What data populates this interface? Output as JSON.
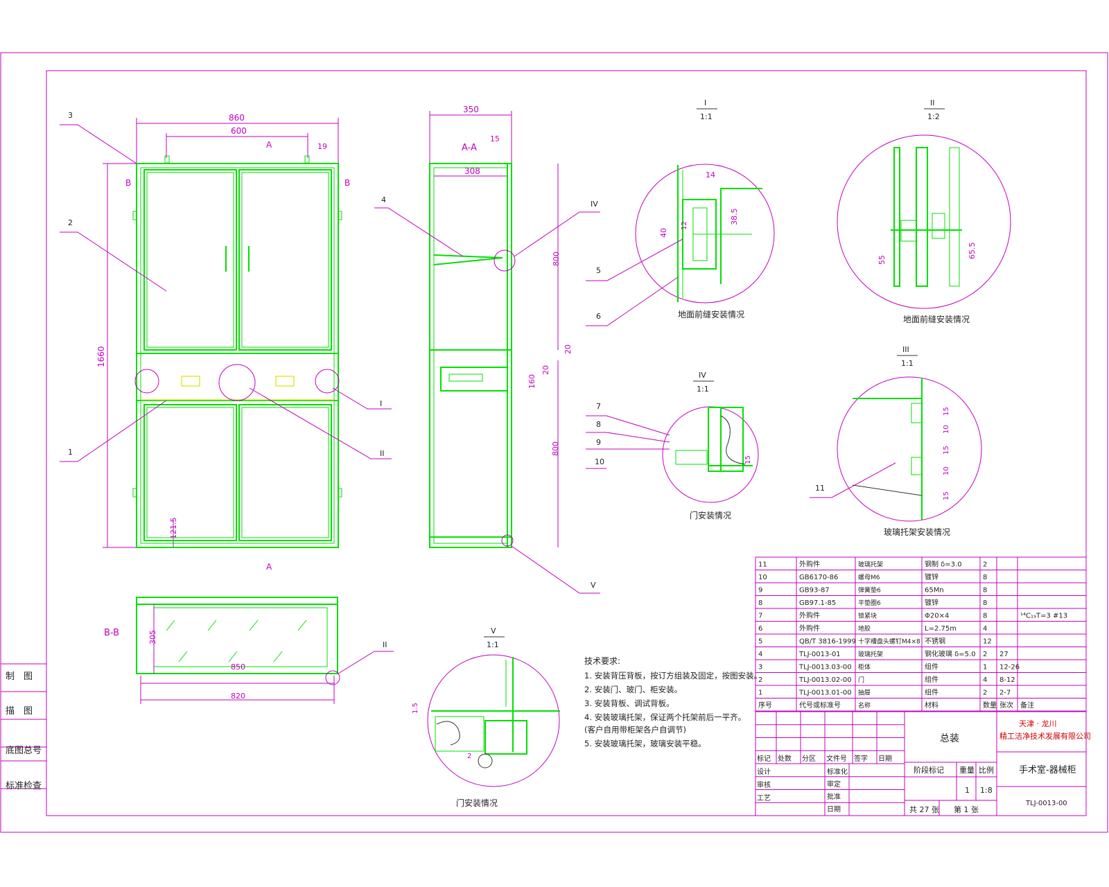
{
  "views": {
    "front": {
      "width_total": "860",
      "width_inner": "600",
      "offset": "19",
      "height_total": "1660",
      "base_offset": "121.5",
      "section_a": "A",
      "section_b": "B"
    },
    "section_aa": {
      "title": "A-A",
      "depth": "350",
      "inner_depth": "308",
      "edge": "15",
      "upper": "800",
      "lower": "800",
      "mid_gap": "20",
      "mid_gap2": "20",
      "drawer": "160"
    },
    "section_bb": {
      "title": "B-B",
      "height": "305",
      "inner_width": "850",
      "outer_width": "820"
    }
  },
  "callouts": {
    "front_3": "3",
    "front_2": "2",
    "front_1": "1",
    "front_I": "I",
    "front_II": "II",
    "aa_4": "4",
    "aa_IV": "IV",
    "aa_V": "V",
    "bb_II": "II",
    "detail_I": "I",
    "detail_II": "II",
    "detail_III": "III",
    "detail_IV": "IV",
    "detail_V": "V"
  },
  "details": {
    "d1": {
      "title": "I",
      "scale": "1:1",
      "dim_14": "14",
      "dim_40": "40",
      "dim_12": "12",
      "dim_385": "38.5",
      "leader_5": "5",
      "leader_6": "6",
      "caption": "地面前缝安装情况"
    },
    "d2": {
      "title": "II",
      "scale": "1:2",
      "dim_55": "55",
      "dim_655": "65.5",
      "caption": "地面前缝安装情况"
    },
    "d3": {
      "title": "IV",
      "scale": "1:1",
      "l7": "7",
      "l8": "8",
      "l9": "9",
      "l10": "10",
      "dim_15": "15",
      "caption": "门安装情况"
    },
    "d4": {
      "title": "III",
      "scale": "1:1",
      "d1": "15",
      "d2": "10",
      "d3": "15",
      "d4": "10",
      "d5": "15",
      "leader_11": "11",
      "caption": "玻璃托架安装情况"
    },
    "d5": {
      "title": "V",
      "scale": "1:1",
      "dim_15": "1.5",
      "dim_2": "2",
      "caption": "门安装情况"
    }
  },
  "notes": {
    "title": "技术要求:",
    "items": [
      "1. 安装背压背板，按订方组装及固定，按图安装。",
      "2. 安装门、玻门、柜安装。",
      "3. 安装背板、调试背板。",
      "4. 安装玻璃托架，保证两个托架前后一平齐。",
      "   (客户自用带柜架各户自调节)",
      "5. 安装玻璃托架，玻璃安装平稳。"
    ]
  },
  "bom": {
    "rows": [
      [
        "11",
        "外购件",
        "玻璃托架",
        "钢制 δ=3.0",
        "2",
        "",
        ""
      ],
      [
        "10",
        "GB6170-86",
        "螺母M6",
        "镀锌",
        "8",
        "",
        ""
      ],
      [
        "9",
        "GB93-87",
        "弹簧垫6",
        "65Mn",
        "8",
        "",
        ""
      ],
      [
        "8",
        "GB97.1-85",
        "平垫圈6",
        "镀锌",
        "8",
        "",
        ""
      ],
      [
        "7",
        "外购件",
        "锁紧块",
        "Φ20×4",
        "8",
        "",
        "¹⁴C₁₉T=3 #13"
      ],
      [
        "6",
        "外购件",
        "地胶",
        "L=2.75m",
        "4",
        "",
        ""
      ],
      [
        "5",
        "QB/T 3816-1999",
        "十字槽盘头螺钉M4×8",
        "不锈钢",
        "12",
        "",
        ""
      ],
      [
        "4",
        "TLJ-0013-01",
        "玻璃托架",
        "钢化玻璃 δ=5.0",
        "2",
        "27",
        ""
      ],
      [
        "3",
        "TLJ-0013.03-00",
        "柜体",
        "组件",
        "1",
        "12-26",
        ""
      ],
      [
        "2",
        "TLJ-0013.02-00",
        "门",
        "组件",
        "4",
        "8-12",
        ""
      ],
      [
        "1",
        "TLJ-0013.01-00",
        "抽屉",
        "组件",
        "2",
        "2-7",
        ""
      ]
    ],
    "header": [
      "序号",
      "代号或标准号",
      "名称",
      "材料",
      "数量",
      "张次",
      "备注"
    ],
    "title_main": "总装",
    "company": "天津 · 龙川\n精工洁净技术发展有限公司",
    "company_l1": "天津 · 龙川",
    "company_l2": "精工洁净技术发展有限公司",
    "product": "手术室-器械柜",
    "drawing_no": "TLJ-0013-00",
    "rev_header": [
      "标记",
      "处数",
      "分区",
      "文件号",
      "签字",
      "日期"
    ],
    "roles": [
      "设计",
      "审核",
      "工艺"
    ],
    "roles2": [
      "标准化",
      "审定",
      "批准",
      "日期"
    ],
    "stage": "阶段标记",
    "weight": "重量",
    "scale_lbl": "比例",
    "qty": "1",
    "scale": "1:8",
    "sheets_total": "共 27 张",
    "sheet_no": "第 1 张"
  },
  "side_table": [
    "制　图",
    "描　图",
    "底图总号",
    "标准检查"
  ]
}
